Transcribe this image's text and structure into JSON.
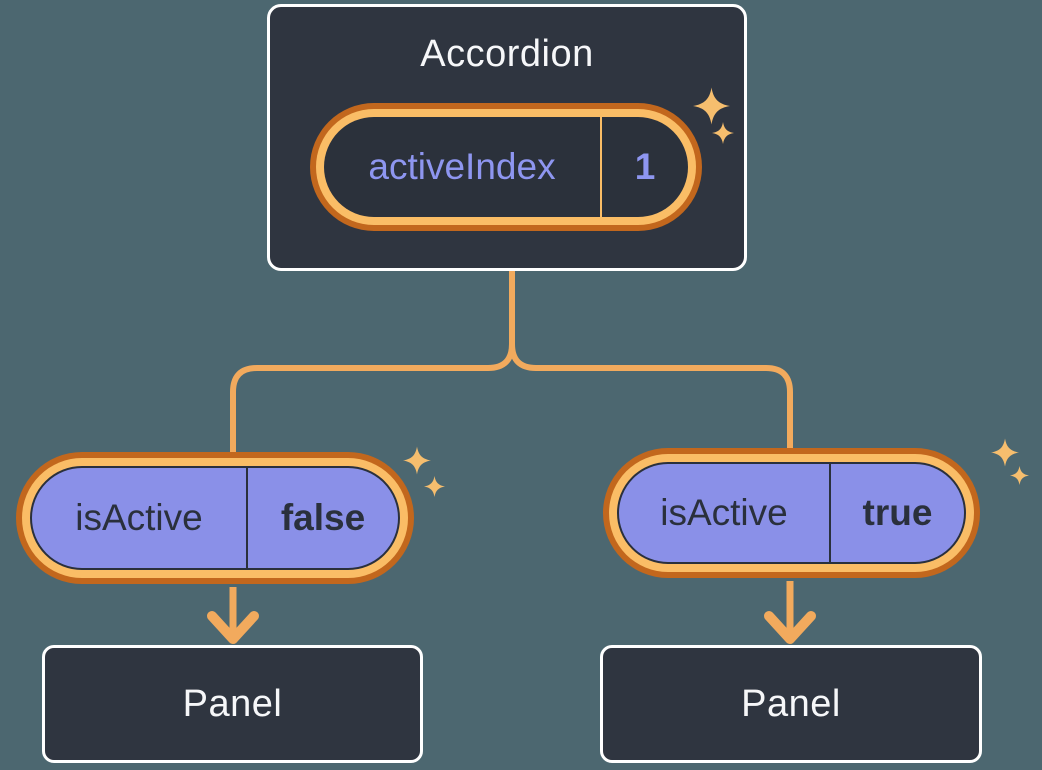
{
  "colors": {
    "background": "#4C6770",
    "node_fill": "#2F3540",
    "node_border": "#FFFFFF",
    "node_text": "#F6F7F9",
    "pill_fill_purple": "#8A90E8",
    "pill_interior_dark": "#2B313B",
    "pill_text_purple": "#8E96F0",
    "pill_text_dark": "#2A303C",
    "ring_outer_orange": "#C2671D",
    "ring_inner_orange": "#FABD66",
    "connector": "#F2AA5D",
    "sparkle": "#F6BE6E"
  },
  "root_node": {
    "title": "Accordion",
    "state_pill": {
      "label": "activeIndex",
      "value": "1"
    }
  },
  "left_branch": {
    "prop_pill": {
      "label": "isActive",
      "value": "false"
    },
    "node": {
      "title": "Panel"
    }
  },
  "right_branch": {
    "prop_pill": {
      "label": "isActive",
      "value": "true"
    },
    "node": {
      "title": "Panel"
    }
  }
}
